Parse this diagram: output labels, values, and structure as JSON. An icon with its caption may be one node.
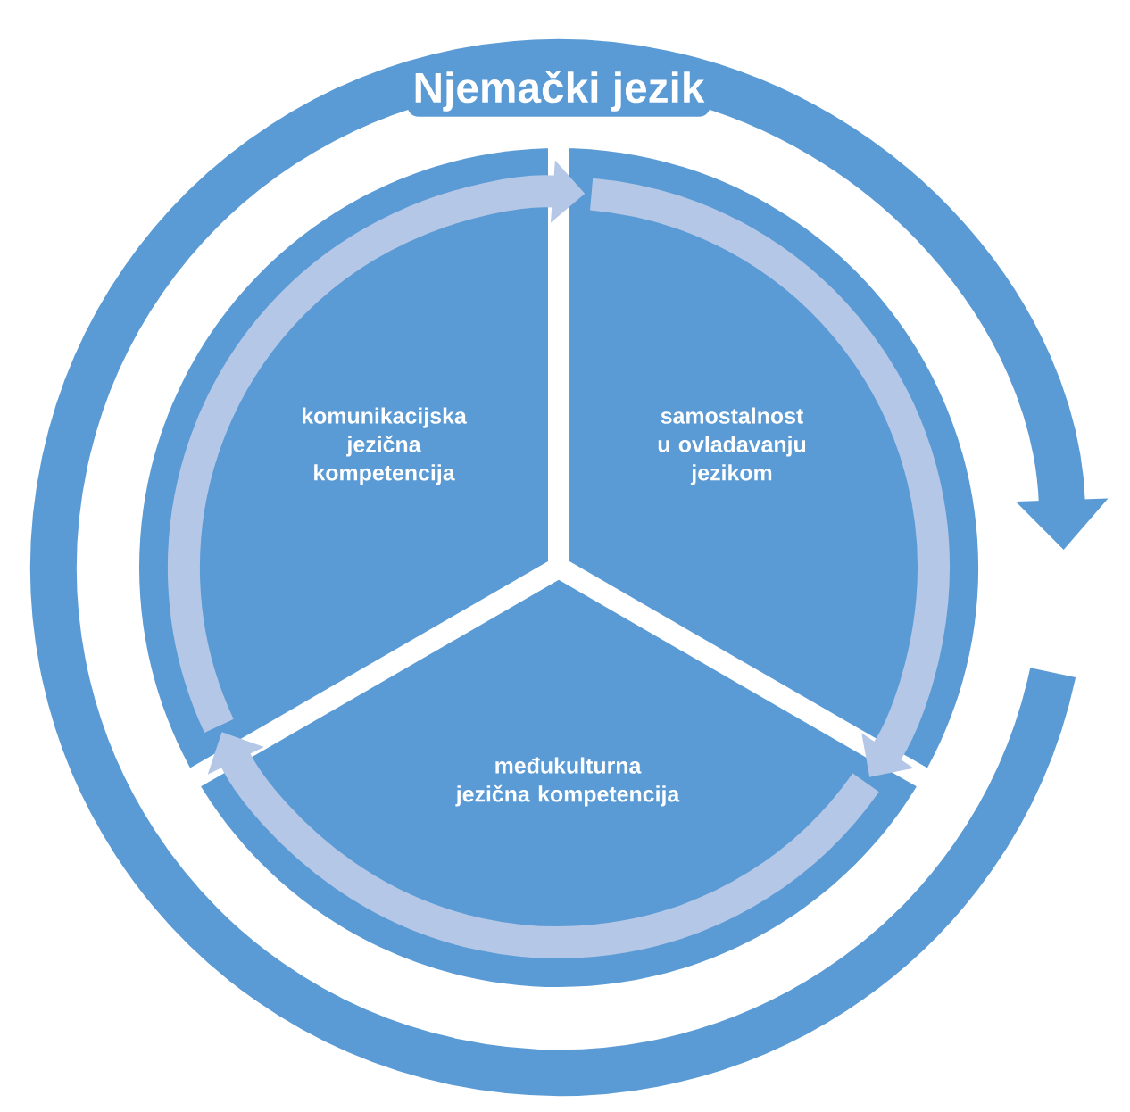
{
  "diagram": {
    "title": "Njemački jezik",
    "nodes": [
      {
        "text": [
          "komunikacijska jezična kompetencija"
        ]
      },
      {
        "text": [
          "samostalnost u ovladavanju jezikom"
        ]
      },
      {
        "text": [
          "međukulturna jezična kompetencija"
        ]
      }
    ],
    "edges": [
      {
        "from": 0,
        "to": 1,
        "arrow": "to"
      },
      {
        "from": 1,
        "to": 2,
        "arrow": "to"
      },
      {
        "from": 2,
        "to": 0,
        "arrow": "to"
      }
    ]
  }
}
